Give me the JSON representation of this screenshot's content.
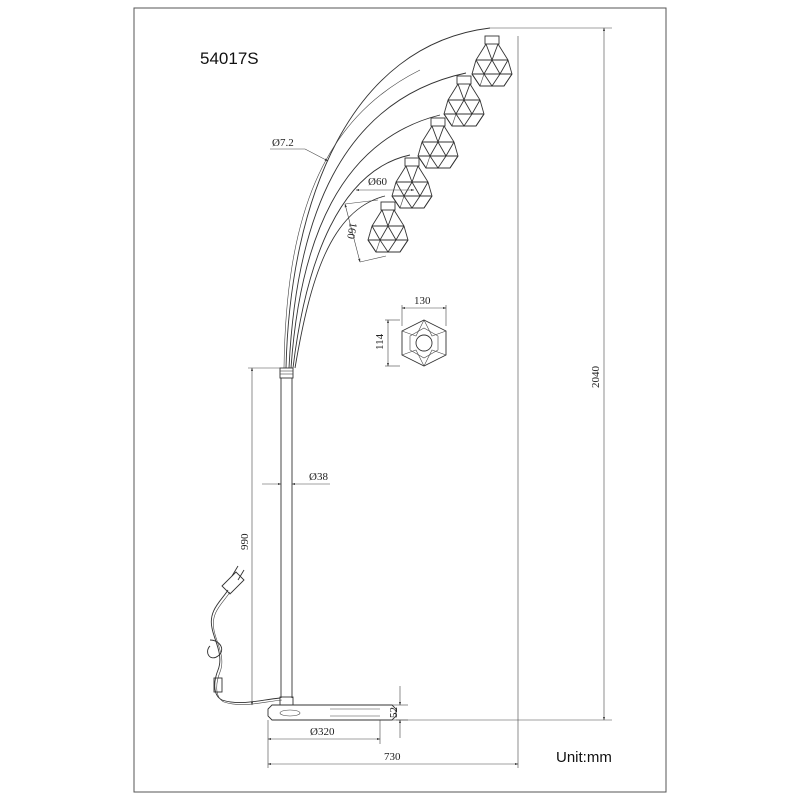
{
  "drawing": {
    "model": "54017S",
    "unit_label": "Unit:mm"
  },
  "dimensions": {
    "arm_diameter": "Ø7.2",
    "shade_diameter": "Ø60",
    "shade_height": "160",
    "shade_top_width": "130",
    "shade_top_depth": "114",
    "total_height": "2040",
    "pole_diameter": "Ø38",
    "pole_height": "990",
    "base_diameter": "Ø320",
    "base_height": "52",
    "total_width": "730"
  },
  "colors": {
    "line": "#333333",
    "frame": "#555555",
    "background": "#ffffff"
  }
}
